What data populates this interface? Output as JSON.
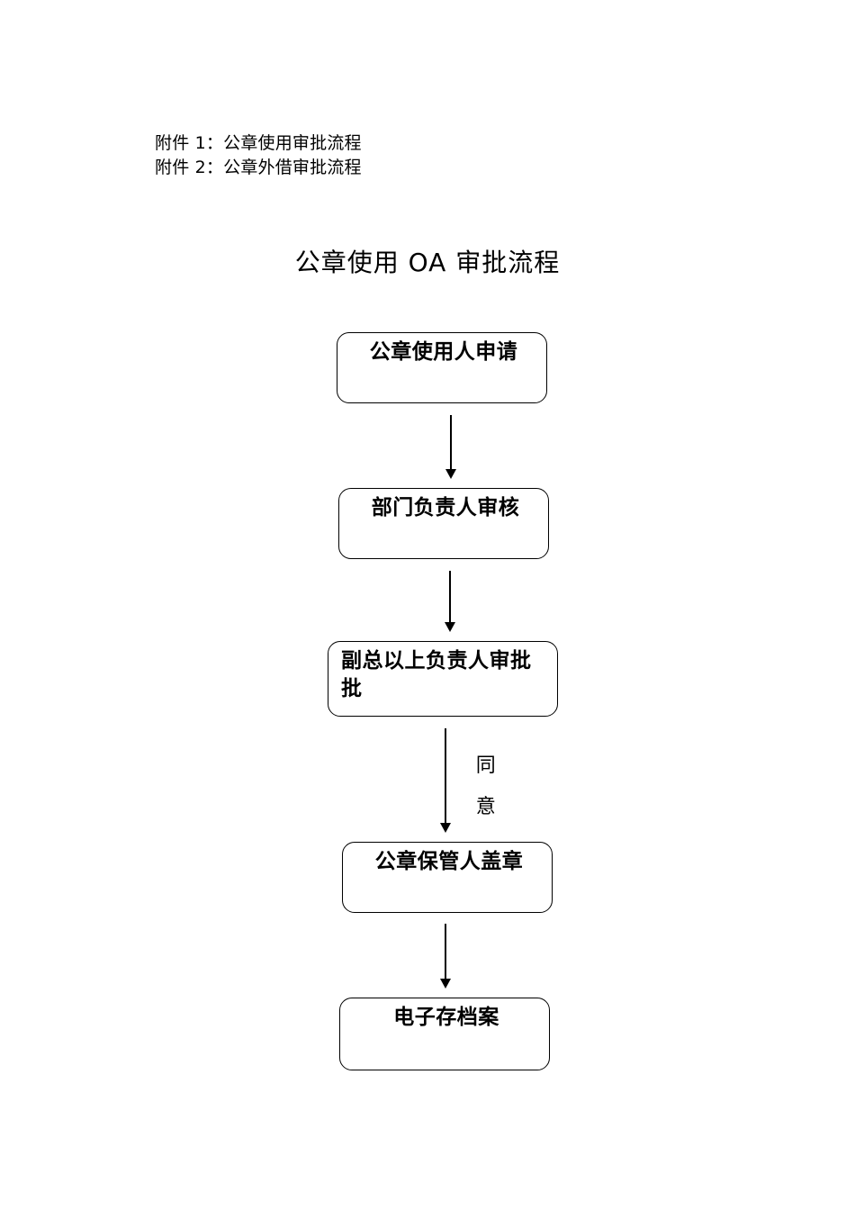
{
  "document": {
    "attachments": [
      "附件 1：公章使用审批流程",
      "附件 2：公章外借审批流程"
    ],
    "flow_title": "公章使用 OA 审批流程"
  },
  "flowchart": {
    "type": "flowchart",
    "orientation": "vertical",
    "node_shape": "rounded-rectangle",
    "line_color": "#000000",
    "fill_color": "#ffffff",
    "nodes": [
      {
        "id": "n1",
        "label": "公章使用人申请",
        "align": "center"
      },
      {
        "id": "n2",
        "label": "部门负责人审核",
        "align": "center"
      },
      {
        "id": "n3",
        "label": "副总以上负责人审批批",
        "align": "left"
      },
      {
        "id": "n4",
        "label": "公章保管人盖章",
        "align": "center"
      },
      {
        "id": "n5",
        "label": "电子存档案",
        "align": "center"
      }
    ],
    "edges": [
      {
        "from": "n1",
        "to": "n2",
        "label": ""
      },
      {
        "from": "n2",
        "to": "n3",
        "label": ""
      },
      {
        "from": "n3",
        "to": "n4",
        "label": "同意"
      },
      {
        "from": "n4",
        "to": "n5",
        "label": ""
      }
    ],
    "edge_labels": {
      "approve_char_1": "同",
      "approve_char_2": "意"
    }
  }
}
